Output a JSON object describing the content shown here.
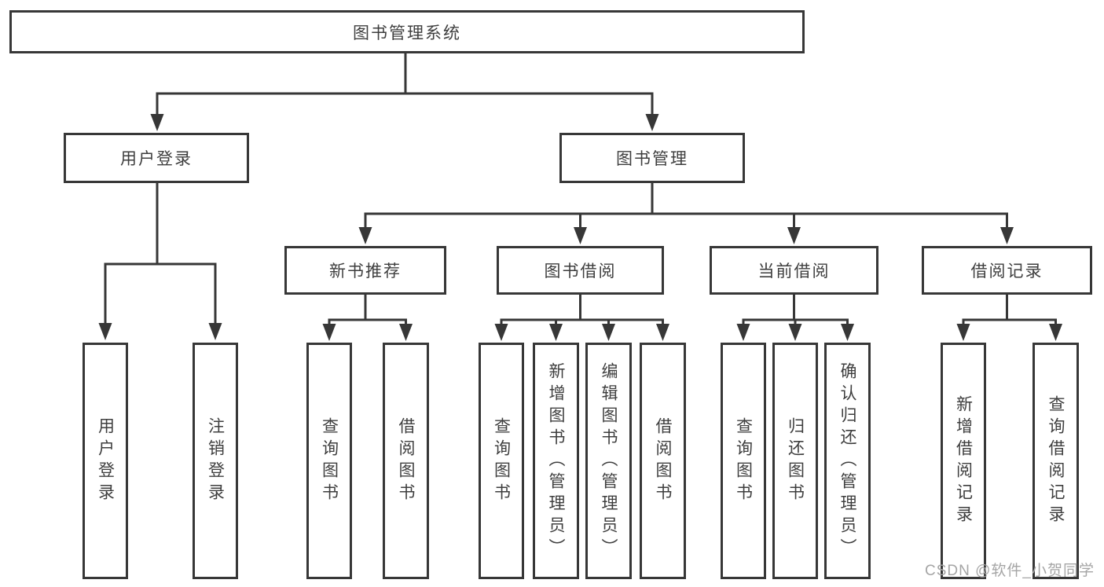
{
  "diagram": {
    "root": {
      "label": "图书管理系统"
    },
    "level2": [
      {
        "label": "用户登录"
      },
      {
        "label": "图书管理"
      }
    ],
    "level3": [
      {
        "label": "新书推荐"
      },
      {
        "label": "图书借阅"
      },
      {
        "label": "当前借阅"
      },
      {
        "label": "借阅记录"
      }
    ],
    "leaves": {
      "user_login": [
        "用户登录",
        "注销登录"
      ],
      "new_book": [
        "查询图书",
        "借阅图书"
      ],
      "book_borrow": [
        "查询图书",
        "新增图书（管理员）",
        "编辑图书（管理员）",
        "借阅图书"
      ],
      "current_borrow": [
        "查询图书",
        "归还图书",
        "确认归还（管理员）"
      ],
      "borrow_record": [
        "新增借阅记录",
        "查询借阅记录"
      ]
    }
  },
  "watermark": {
    "text": "CSDN @软件_小贺同学"
  },
  "colors": {
    "line": "#373737",
    "text": "#3e3e3e",
    "wm": "#a5a5a5",
    "box-bg": "#ffffff"
  }
}
